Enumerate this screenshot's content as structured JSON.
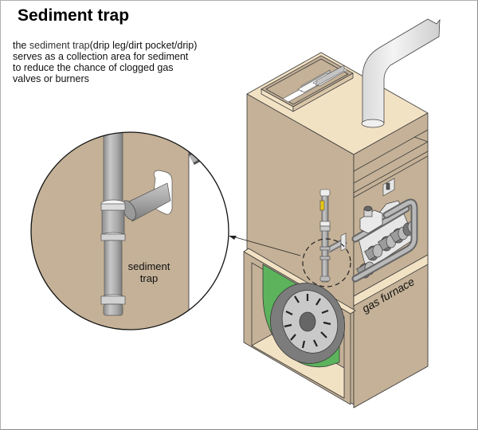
{
  "title": "Sediment trap",
  "description": {
    "lead": "the",
    "term": "sediment trap",
    "aliases": "(drip leg/dirt pocket/drip)",
    "line2": "serves as a collection area for sediment",
    "line3": "to reduce the chance of clogged gas",
    "line4": "valves or burners"
  },
  "callout": {
    "label_line1": "sediment",
    "label_line2": "trap"
  },
  "furnace_label": "gas furnace",
  "colors": {
    "cabinet": "#c4b197",
    "cabinet_light": "#f2e2c4",
    "blower": "#5cb35c",
    "pipe": "#a9a9a9",
    "valve_handle": "#e8c51a",
    "flue": "#e6e6e6"
  }
}
